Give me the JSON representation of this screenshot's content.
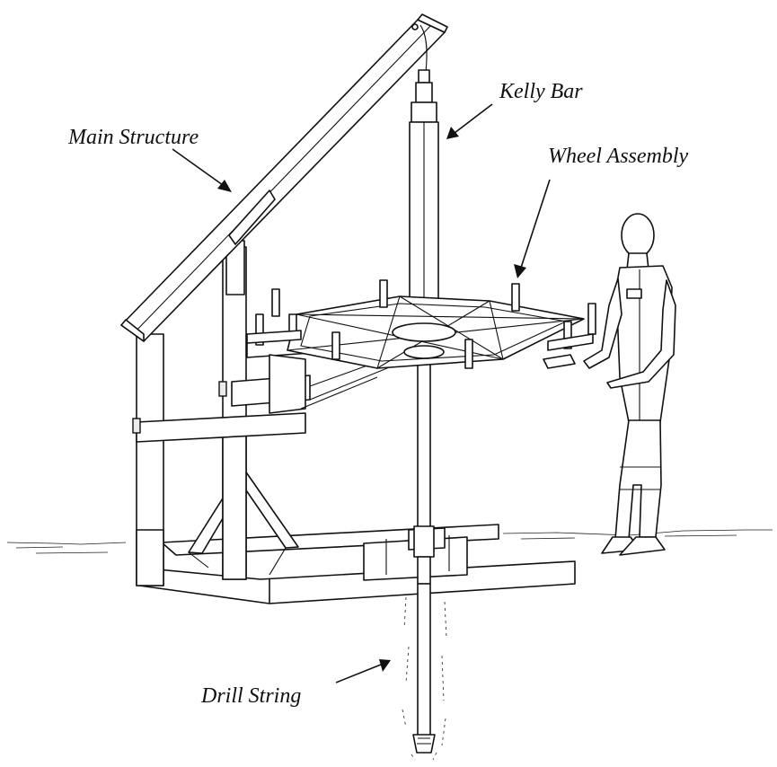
{
  "labels": {
    "main_structure": "Main Structure",
    "kelly_bar": "Kelly Bar",
    "wheel_assembly": "Wheel Assembly",
    "drill_string": "Drill String"
  },
  "colors": {
    "line": "#111111",
    "background": "#ffffff",
    "shade": "#ececec"
  }
}
